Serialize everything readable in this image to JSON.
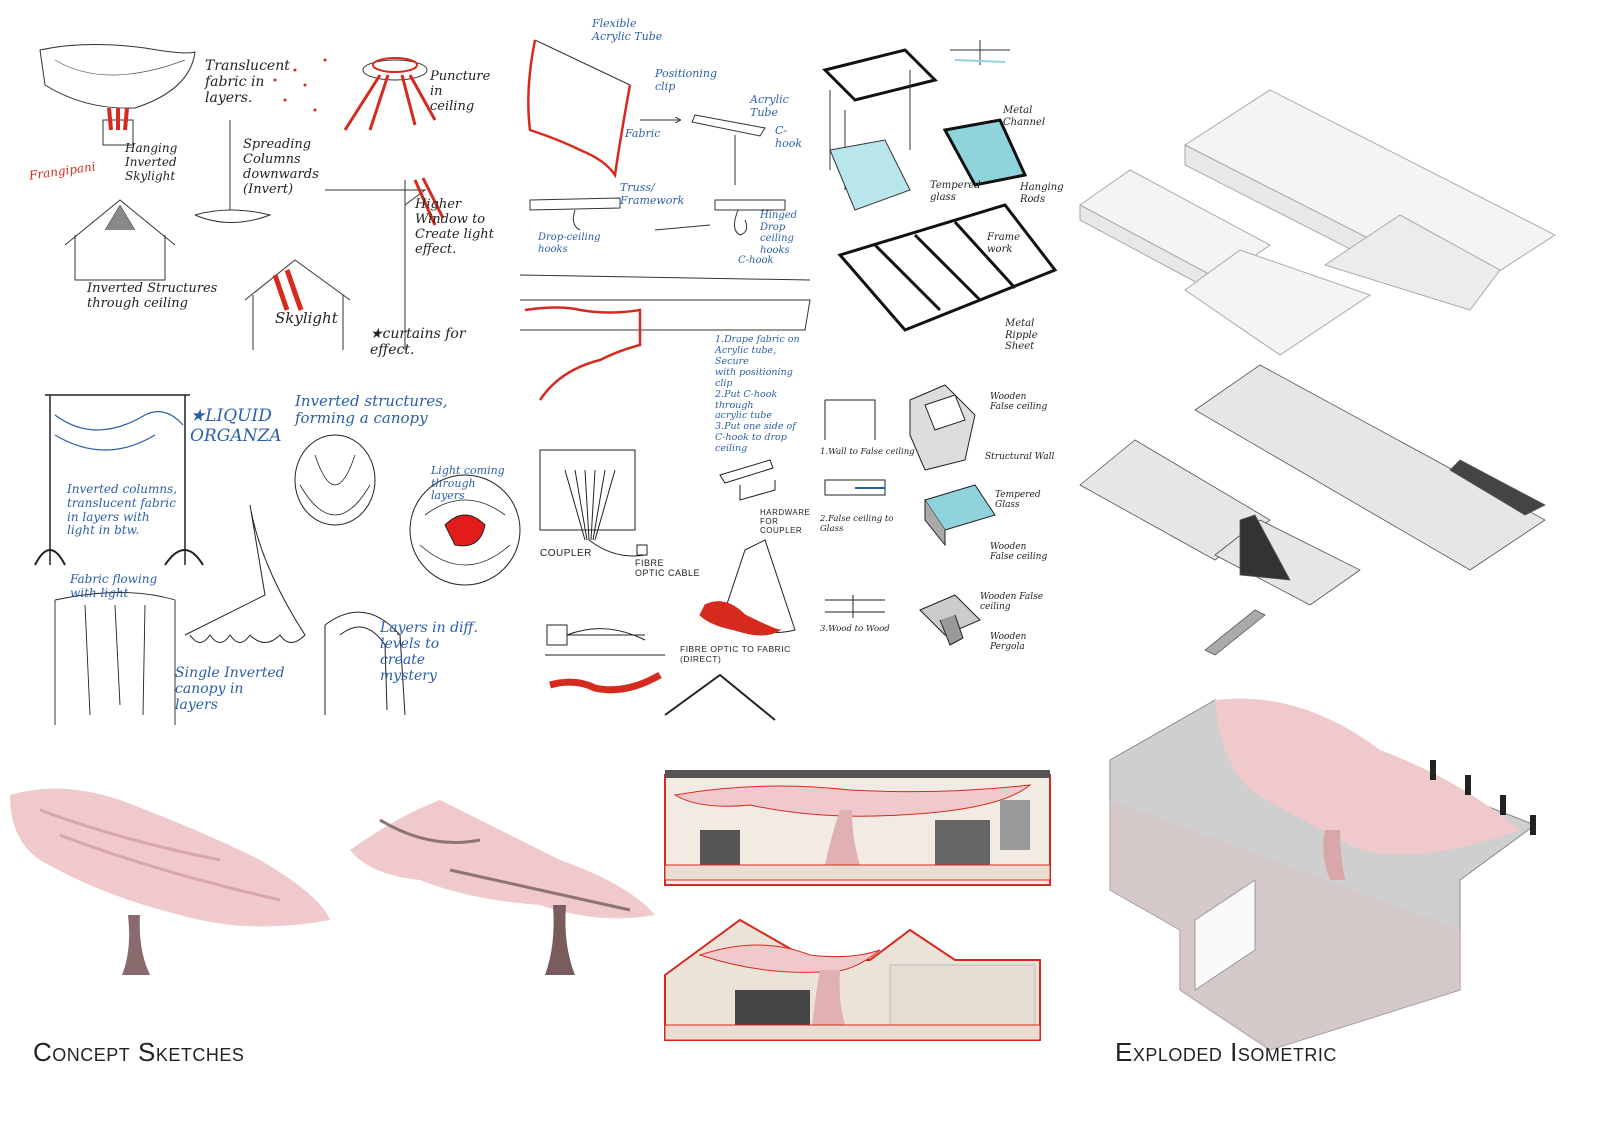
{
  "captions": {
    "concept": "Concept Sketches",
    "exploded": "Exploded Isometric"
  },
  "sketch_a": {
    "translucent": "Translucent\nfabric in\nlayers.",
    "puncture": "Puncture\nin\nceiling",
    "hanging": "Hanging\nInverted\nSkylight",
    "spreading": "Spreading\nColumns\ndownwards\n(Invert)",
    "higher": "Higher\nWindow to\nCreate light\neffect.",
    "inverted_struct": "Inverted Structures\nthrough ceiling",
    "skylight": "Skylight",
    "curtains": "★curtains for\neffect.",
    "side_red": "Frangipani"
  },
  "sketch_b": {
    "flexible": "Flexible\nAcrylic Tube",
    "positioning": "Positioning\nclip",
    "fabric": "Fabric",
    "acrylic": "Acrylic Tube",
    "chook": "C-\nhook",
    "truss": "Truss/\nFramework",
    "dropceiling": "Drop-ceiling\nhooks",
    "hinged": "Hinged\nDrop ceiling\nhooks",
    "chook2": "C-hook",
    "steps": "1.Drape fabric on\nAcrylic tube, Secure\nwith positioning clip\n2.Put C-hook through\nacrylic tube\n3.Put one side of\nC-hook to drop ceiling"
  },
  "sketch_c": {
    "metal": "Metal\nChannel",
    "tempered": "Tempered\nglass",
    "hanging_rods": "Hanging\nRods",
    "frame": "Frame\nwork",
    "ripple": "Metal Ripple\nSheet"
  },
  "sketch_d": {
    "liquid": "★LIQUID\nORGANZA",
    "inv_canopy": "Inverted structures,\nforming a canopy",
    "inv_cols": "Inverted columns,\ntranslucent fabric\nin layers with\nlight in btw.",
    "light_coming": "Light coming\nthrough\nlayers",
    "fabric_flow": "Fabric flowing\nwith light",
    "single": "Single Inverted\ncanopy in\nlayers",
    "layers_diff": "Layers in diff.\nlevels to\ncreate\nmystery"
  },
  "sketch_e": {
    "coupler": "COUPLER",
    "fibre_cable": "FIBRE\nOPTIC CABLE",
    "hardware": "HARDWARE\nFOR COUPLER",
    "fibre_direct": "FIBRE OPTIC TO FABRIC\n(DIRECT)"
  },
  "sketch_f": {
    "wooden_false": "Wooden\nFalse ceiling",
    "structural": "Structural Wall",
    "wall_false": "1.Wall to False ceiling",
    "tempered": "Tempered\nGlass",
    "false_glass": "2.False ceiling to\nGlass",
    "wooden_false2": "Wooden\nFalse ceiling",
    "wood_wood": "3.Wood to Wood",
    "wooden_false3": "Wooden False\nceiling",
    "pergola": "Wooden\nPergola"
  },
  "colors": {
    "accent_red": "#d62a1f",
    "ink_blue": "#2a5fa8",
    "fabric_pink": "#efc9cb",
    "glass_cyan": "#8fd3dc"
  }
}
